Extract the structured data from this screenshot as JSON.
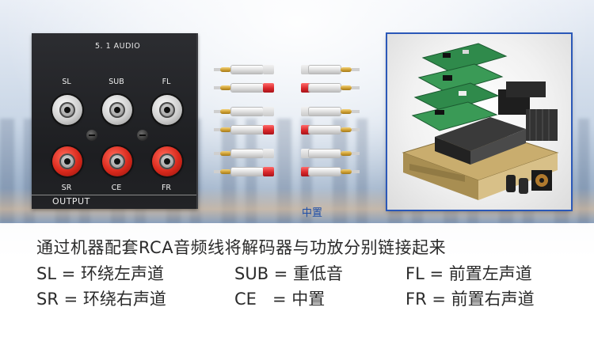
{
  "panel": {
    "title": "5. 1 AUDIO",
    "top_labels": [
      "SL",
      "SUB",
      "FL"
    ],
    "bottom_labels": [
      "SR",
      "CE",
      "FR"
    ],
    "output_label": "OUTPUT"
  },
  "cables": {
    "caption": "中置",
    "colors": [
      "white",
      "red",
      "white",
      "red",
      "white",
      "red"
    ]
  },
  "headline": "通过机器配套RCA音频线将解码器与功放分别链接起来",
  "legend": {
    "row1": [
      "SL = 环绕左声道",
      "SUB = 重低音",
      "FL = 前置左声道"
    ],
    "row2": [
      "SR = 环绕右声道",
      "CE   = 中置",
      "FR = 前置右声道"
    ]
  },
  "colors": {
    "accent_blue": "#1d4ea8",
    "frame_blue": "#2b58b8",
    "rca_red": "#d9291c",
    "text": "#2b2b2b"
  }
}
